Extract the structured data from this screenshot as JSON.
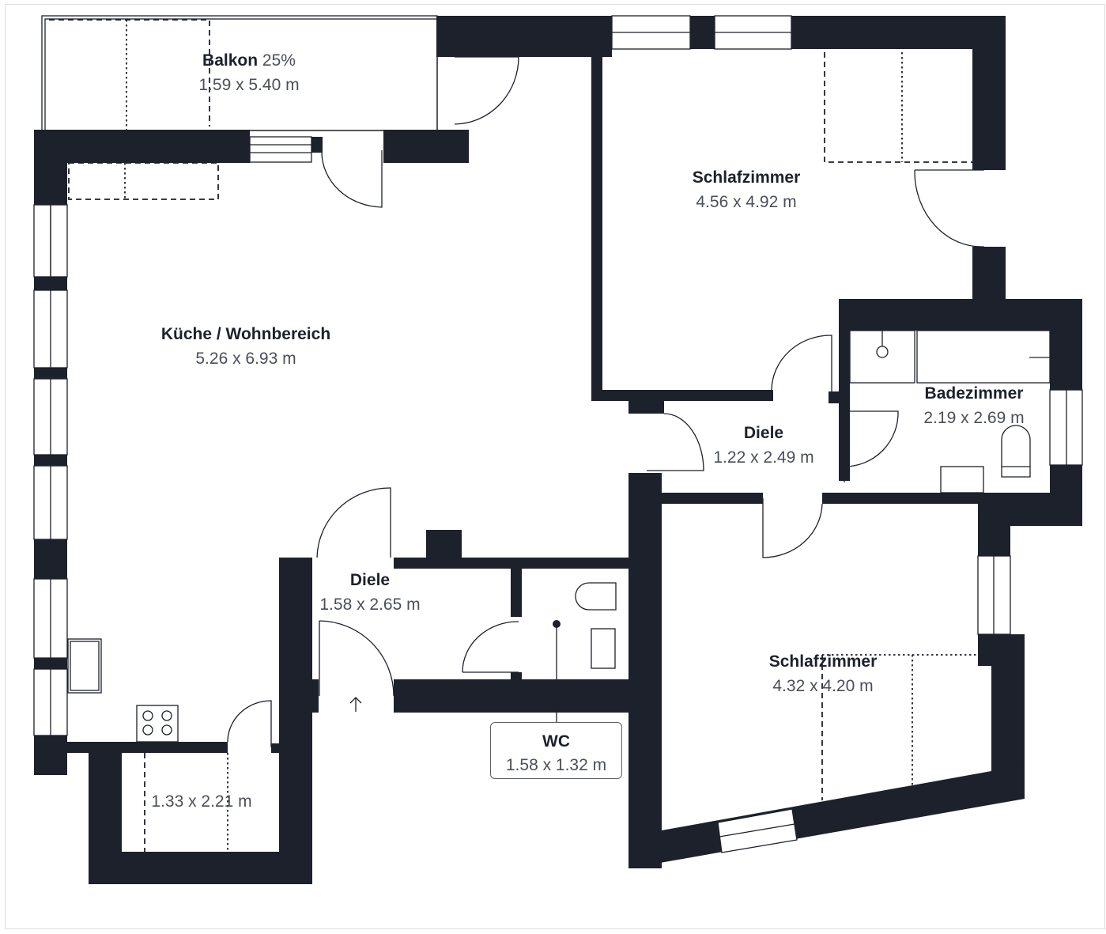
{
  "plan": {
    "title": "Floor plan",
    "colors": {
      "wall": "#1c212c",
      "background": "#ffffff",
      "label": "#1c212c",
      "dimension": "#4a4f59"
    },
    "entrance_icon": "arrow-up-icon"
  },
  "rooms": [
    {
      "id": "balkon",
      "name": "Balkon",
      "suffix": "25%",
      "size": "1.59 x 5.40 m"
    },
    {
      "id": "kueche",
      "name": "Küche / Wohnbereich",
      "size": "5.26 x 6.93 m"
    },
    {
      "id": "schlafzimmer1",
      "name": "Schlafzimmer",
      "size": "4.56 x 4.92 m"
    },
    {
      "id": "badezimmer",
      "name": "Badezimmer",
      "size": "2.19 x 2.69 m"
    },
    {
      "id": "diele1",
      "name": "Diele",
      "size": "1.22 x 2.49 m"
    },
    {
      "id": "diele2",
      "name": "Diele",
      "size": "1.58 x 2.65 m"
    },
    {
      "id": "wc",
      "name": "WC",
      "size": "1.58 x 1.32 m"
    },
    {
      "id": "schlafzimmer2",
      "name": "Schlafzimmer",
      "size": "4.32 x 4.20 m"
    },
    {
      "id": "abstellraum",
      "name": "",
      "size": "1.33 x 2.21 m"
    }
  ]
}
